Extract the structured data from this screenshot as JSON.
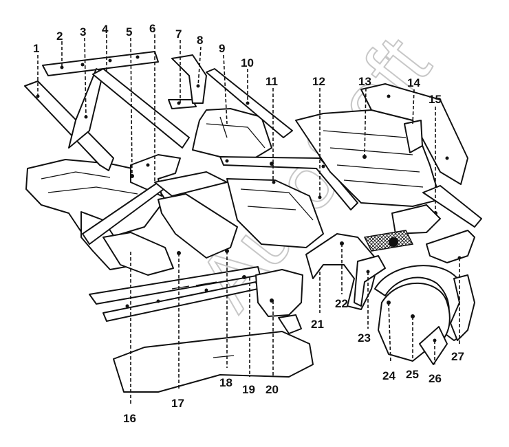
{
  "diagram": {
    "callouts": [
      "1",
      "2",
      "3",
      "4",
      "5",
      "6",
      "7",
      "8",
      "9",
      "10",
      "11",
      "12",
      "13",
      "14",
      "15",
      "16",
      "17",
      "18",
      "19",
      "20",
      "21",
      "22",
      "23",
      "24",
      "25",
      "26",
      "27"
    ],
    "watermark": "AutoSoft"
  },
  "colors": {
    "line": "#111111",
    "background": "#ffffff",
    "watermark": "#9a9a9a"
  }
}
